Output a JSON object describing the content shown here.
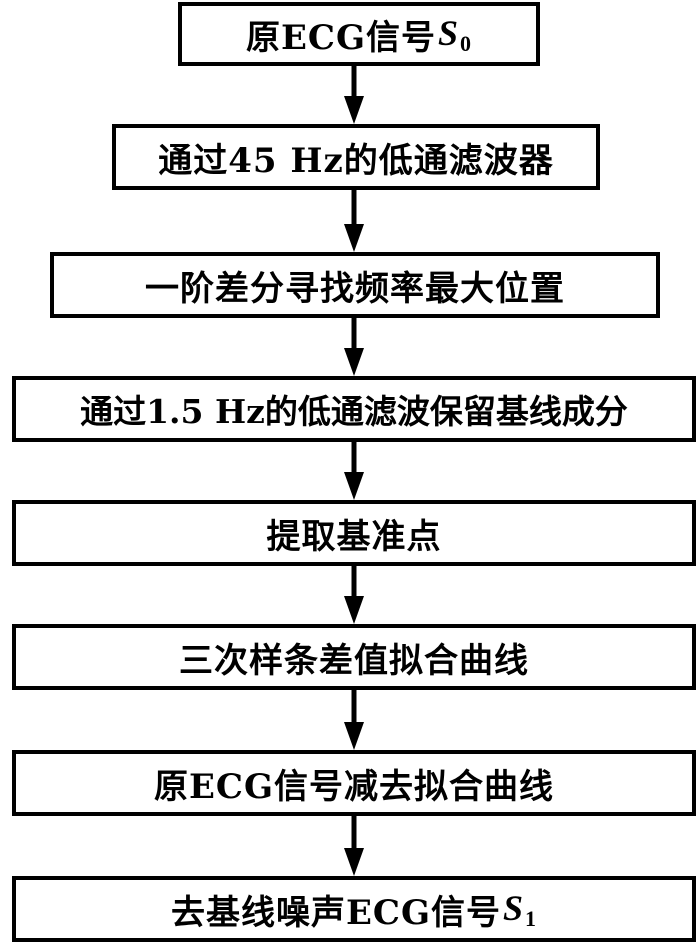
{
  "flowchart": {
    "steps": [
      {
        "text": "原ECG信号",
        "var": "S",
        "sub": "0"
      },
      {
        "text": "通过45 Hz的低通滤波器"
      },
      {
        "text": "一阶差分寻找频率最大位置"
      },
      {
        "text": "通过1.5 Hz的低通滤波保留基线成分"
      },
      {
        "text": "提取基准点"
      },
      {
        "text": "三次样条差值拟合曲线"
      },
      {
        "text": "原ECG信号减去拟合曲线"
      },
      {
        "text": "去基线噪声ECG信号",
        "var": "S",
        "sub": "1"
      }
    ]
  }
}
